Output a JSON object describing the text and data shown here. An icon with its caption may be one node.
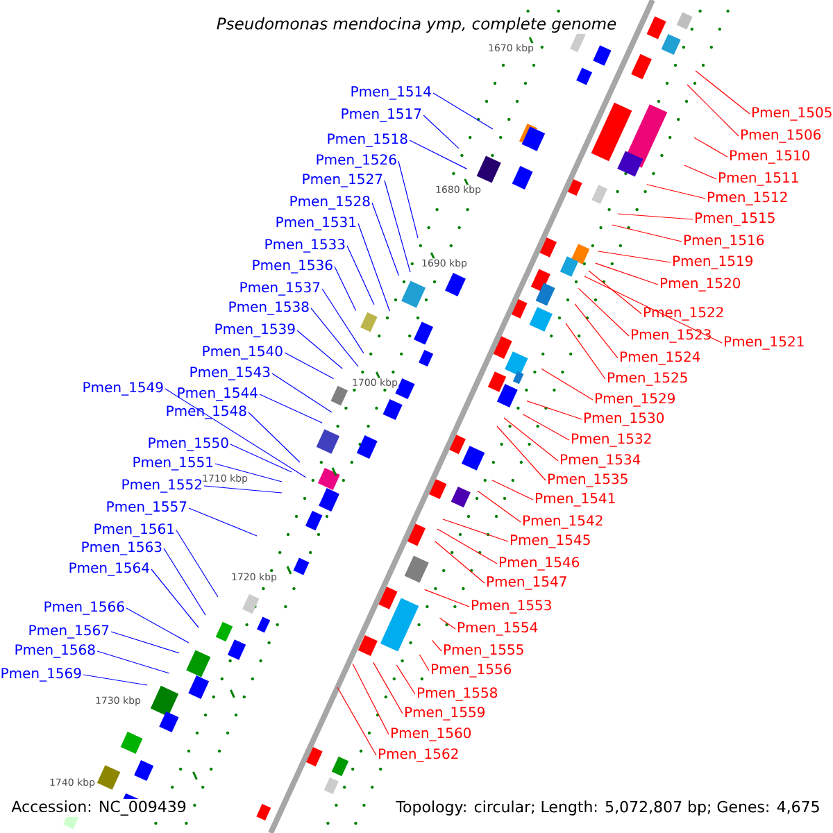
{
  "diagram": {
    "title": "Pseudomonas mendocina ymp, complete genome",
    "nodes": [
      {
        "text": [
          "Pmen_1514"
        ]
      },
      {
        "text": [
          "Pmen_1517"
        ]
      },
      {
        "text": [
          "Pmen_1518"
        ]
      },
      {
        "text": [
          "Pmen_1526"
        ]
      },
      {
        "text": [
          "Pmen_1527"
        ]
      },
      {
        "text": [
          "Pmen_1528"
        ]
      },
      {
        "text": [
          "Pmen_1531"
        ]
      },
      {
        "text": [
          "Pmen_1533"
        ]
      },
      {
        "text": [
          "Pmen_1536"
        ]
      },
      {
        "text": [
          "Pmen_1537"
        ]
      },
      {
        "text": [
          "Pmen_1538"
        ]
      },
      {
        "text": [
          "Pmen_1539"
        ]
      },
      {
        "text": [
          "Pmen_1540"
        ]
      },
      {
        "text": [
          "Pmen_1543"
        ]
      },
      {
        "text": [
          "Pmen_1544"
        ]
      },
      {
        "text": [
          "Pmen_1549"
        ]
      },
      {
        "text": [
          "Pmen_1548"
        ]
      },
      {
        "text": [
          "Pmen_1550"
        ]
      },
      {
        "text": [
          "Pmen_1551"
        ]
      },
      {
        "text": [
          "Pmen_1552"
        ]
      },
      {
        "text": [
          "Pmen_1557"
        ]
      },
      {
        "text": [
          "Pmen_1561"
        ]
      },
      {
        "text": [
          "Pmen_1563"
        ]
      },
      {
        "text": [
          "Pmen_1564"
        ]
      },
      {
        "text": [
          "Pmen_1566"
        ]
      },
      {
        "text": [
          "Pmen_1567"
        ]
      },
      {
        "text": [
          "Pmen_1568"
        ]
      },
      {
        "text": [
          "Pmen_1569"
        ]
      },
      {
        "text": [
          "Pmen_1505"
        ]
      },
      {
        "text": [
          "Pmen_1506"
        ]
      },
      {
        "text": [
          "Pmen_1510"
        ]
      },
      {
        "text": [
          "Pmen_1511"
        ]
      },
      {
        "text": [
          "Pmen_1512"
        ]
      },
      {
        "text": [
          "Pmen_1515"
        ]
      },
      {
        "text": [
          "Pmen_1516"
        ]
      },
      {
        "text": [
          "Pmen_1519"
        ]
      },
      {
        "text": [
          "Pmen_1520"
        ]
      },
      {
        "text": [
          "Pmen_1522"
        ]
      },
      {
        "text": [
          "Pmen_1523"
        ]
      },
      {
        "text": [
          "Pmen_1521"
        ]
      },
      {
        "text": [
          "Pmen_1524"
        ]
      },
      {
        "text": [
          "Pmen_1525"
        ]
      },
      {
        "text": [
          "Pmen_1529"
        ]
      },
      {
        "text": [
          "Pmen_1530"
        ]
      },
      {
        "text": [
          "Pmen_1532"
        ]
      },
      {
        "text": [
          "Pmen_1534"
        ]
      },
      {
        "text": [
          "Pmen_1535"
        ]
      },
      {
        "text": [
          "Pmen_1541"
        ]
      },
      {
        "text": [
          "Pmen_1542"
        ]
      },
      {
        "text": [
          "Pmen_1545"
        ]
      },
      {
        "text": [
          "Pmen_1546"
        ]
      },
      {
        "text": [
          "Pmen_1547"
        ]
      },
      {
        "text": [
          "Pmen_1553"
        ]
      },
      {
        "text": [
          "Pmen_1554"
        ]
      },
      {
        "text": [
          "Pmen_1555"
        ]
      },
      {
        "text": [
          "Pmen_1556"
        ]
      },
      {
        "text": [
          "Pmen_1558"
        ]
      },
      {
        "text": [
          "Pmen_1559"
        ]
      },
      {
        "text": [
          "Pmen_1560"
        ]
      },
      {
        "text": [
          "Pmen_1562"
        ]
      }
    ],
    "edges": [
      {
        "from": 0,
        "to": null,
        "arrow": "none",
        "color": "#0000ff"
      },
      {
        "from": 1,
        "to": null,
        "arrow": "none",
        "color": "#0000ff"
      },
      {
        "from": 2,
        "to": null,
        "arrow": "none",
        "color": "#0000ff"
      },
      {
        "from": 3,
        "to": null,
        "arrow": "none",
        "color": "#0000ff"
      },
      {
        "from": 4,
        "to": null,
        "arrow": "none",
        "color": "#0000ff"
      },
      {
        "from": 5,
        "to": null,
        "arrow": "none",
        "color": "#0000ff"
      },
      {
        "from": 6,
        "to": null,
        "arrow": "none",
        "color": "#0000ff"
      },
      {
        "from": 7,
        "to": null,
        "arrow": "none",
        "color": "#0000ff"
      },
      {
        "from": 8,
        "to": null,
        "arrow": "none",
        "color": "#0000ff"
      },
      {
        "from": 9,
        "to": null,
        "arrow": "none",
        "color": "#0000ff"
      },
      {
        "from": 10,
        "to": null,
        "arrow": "none",
        "color": "#0000ff"
      },
      {
        "from": 11,
        "to": null,
        "arrow": "none",
        "color": "#0000ff"
      },
      {
        "from": 12,
        "to": null,
        "arrow": "none",
        "color": "#0000ff"
      },
      {
        "from": 13,
        "to": null,
        "arrow": "none",
        "color": "#0000ff"
      },
      {
        "from": 14,
        "to": null,
        "arrow": "none",
        "color": "#0000ff"
      },
      {
        "from": 15,
        "to": null,
        "arrow": "none",
        "color": "#0000ff"
      },
      {
        "from": 16,
        "to": null,
        "arrow": "none",
        "color": "#0000ff"
      },
      {
        "from": 17,
        "to": null,
        "arrow": "none",
        "color": "#0000ff"
      },
      {
        "from": 18,
        "to": null,
        "arrow": "none",
        "color": "#0000ff"
      },
      {
        "from": 19,
        "to": null,
        "arrow": "none",
        "color": "#0000ff"
      },
      {
        "from": 20,
        "to": null,
        "arrow": "none",
        "color": "#0000ff"
      },
      {
        "from": 21,
        "to": null,
        "arrow": "none",
        "color": "#0000ff"
      },
      {
        "from": 22,
        "to": null,
        "arrow": "none",
        "color": "#0000ff"
      },
      {
        "from": 23,
        "to": null,
        "arrow": "none",
        "color": "#0000ff"
      },
      {
        "from": 24,
        "to": null,
        "arrow": "none",
        "color": "#0000ff"
      },
      {
        "from": 25,
        "to": null,
        "arrow": "none",
        "color": "#0000ff"
      },
      {
        "from": 26,
        "to": null,
        "arrow": "none",
        "color": "#0000ff"
      },
      {
        "from": 27,
        "to": null,
        "arrow": "none",
        "color": "#0000ff"
      },
      {
        "from": 28,
        "to": null,
        "arrow": "none"
      },
      {
        "from": 29,
        "to": null,
        "arrow": "none"
      },
      {
        "from": 30,
        "to": null,
        "arrow": "none"
      },
      {
        "from": 31,
        "to": null,
        "arrow": "none"
      },
      {
        "from": 32,
        "to": null,
        "arrow": "none"
      },
      {
        "from": 33,
        "to": null,
        "arrow": "none"
      },
      {
        "from": 34,
        "to": null,
        "arrow": "none"
      },
      {
        "from": 35,
        "to": null,
        "arrow": "none"
      },
      {
        "from": 36,
        "to": null,
        "arrow": "none"
      },
      {
        "from": 37,
        "to": null,
        "arrow": "none"
      },
      {
        "from": 38,
        "to": null,
        "arrow": "none"
      },
      {
        "from": 39,
        "to": null,
        "arrow": "none"
      },
      {
        "from": 40,
        "to": null,
        "arrow": "none"
      },
      {
        "from": 41,
        "to": null,
        "arrow": "none"
      },
      {
        "from": 42,
        "to": null,
        "arrow": "none"
      },
      {
        "from": 43,
        "to": null,
        "arrow": "none"
      },
      {
        "from": 44,
        "to": null,
        "arrow": "none"
      },
      {
        "from": 45,
        "to": null,
        "arrow": "none"
      },
      {
        "from": 46,
        "to": null,
        "arrow": "none"
      },
      {
        "from": 47,
        "to": null,
        "arrow": "none"
      },
      {
        "from": 48,
        "to": null,
        "arrow": "none"
      },
      {
        "from": 49,
        "to": null,
        "arrow": "none"
      },
      {
        "from": 50,
        "to": null,
        "arrow": "none"
      },
      {
        "from": 51,
        "to": null,
        "arrow": "none"
      },
      {
        "from": 52,
        "to": null,
        "arrow": "none"
      },
      {
        "from": 53,
        "to": null,
        "arrow": "none"
      },
      {
        "from": 54,
        "to": null,
        "arrow": "none"
      },
      {
        "from": 55,
        "to": null,
        "arrow": "none"
      },
      {
        "from": 56,
        "to": null,
        "arrow": "none"
      },
      {
        "from": 57,
        "to": null,
        "arrow": "none"
      },
      {
        "from": 58,
        "to": null,
        "arrow": "none"
      },
      {
        "from": 59,
        "to": null,
        "arrow": "none"
      }
    ],
    "labels": [
      "1670 kbp",
      "1680 kbp",
      "1690 kbp",
      "1700 kbp",
      "1710 kbp",
      "1720 kbp",
      "1730 kbp",
      "1740 kbp",
      "Accession: NC_009439",
      "Topology: circular; Length: 5,072,807 bp; Genes: 4,675"
    ]
  }
}
